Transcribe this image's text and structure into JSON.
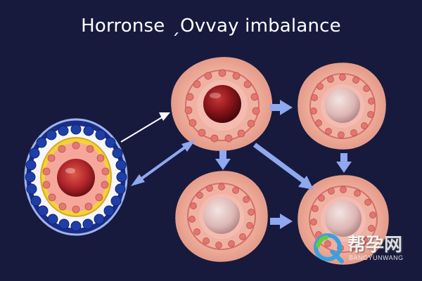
{
  "title": "Horronse ˏOvvay imbalance",
  "watermark": {
    "main": "帮孕网",
    "sub": "BANGYUNWANG",
    "icon": "q-logo-icon"
  },
  "colors": {
    "background": "#171a3d",
    "arrow_blue": "#8fa8ef",
    "arrow_white": "#ffffff",
    "cell_outer": "#f4b8a8",
    "cell_ring": "#d96b6b",
    "nucleus_red": "#9e1d22",
    "nucleus_pale": "#e6c3c0",
    "left_cell_blue": "#1f3fa8",
    "left_cell_yellow": "#f2d23a"
  },
  "nodes": [
    {
      "id": "left-cell",
      "type": "blue-ring-follicle"
    },
    {
      "id": "center-cell",
      "type": "dark-red-nucleus"
    },
    {
      "id": "top-right-cell",
      "type": "pale-nucleus"
    },
    {
      "id": "bottom-middle-cell",
      "type": "pale-nucleus"
    },
    {
      "id": "bottom-right-cell",
      "type": "pale-nucleus"
    }
  ]
}
